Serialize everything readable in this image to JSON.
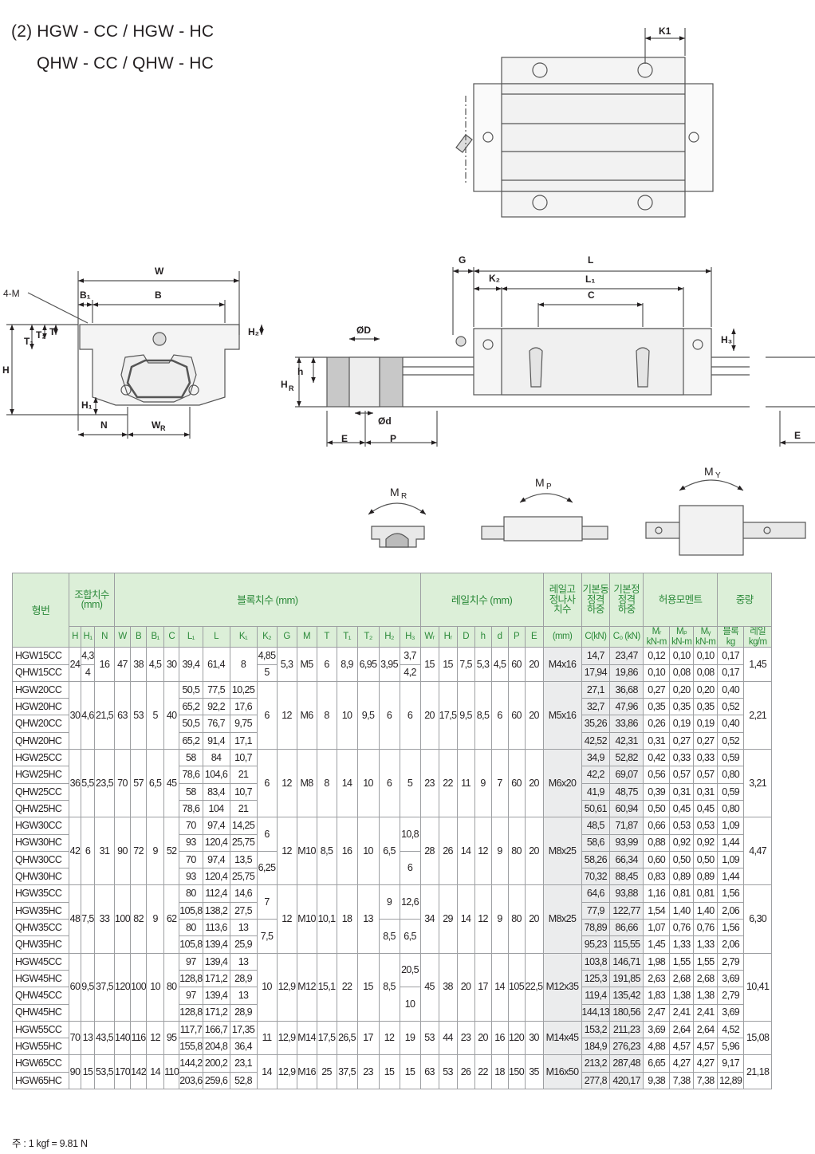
{
  "title_line1": "(2) HGW - CC / HGW - HC",
  "title_line2": "QHW - CC / QHW - HC",
  "drawing_labels": {
    "K1": "K1",
    "W": "W",
    "B": "B",
    "B1": "B₁",
    "M": "4-M",
    "H": "H",
    "T": "T",
    "T1": "T₁",
    "T2": "T₂",
    "H1": "H₁",
    "H2": "H₂",
    "N": "N",
    "WR": "W",
    "WR_sub": "R",
    "G": "G",
    "L": "L",
    "K2": "K₂",
    "L1": "L₁",
    "C": "C",
    "H3": "H₃",
    "phiD": "ØD",
    "phid": "Ød",
    "h": "h",
    "HR": "H",
    "HR_sub": "R",
    "E": "E",
    "P": "P",
    "MR": "M",
    "MR_sub": "R",
    "MP": "M",
    "MP_sub": "P",
    "MY": "M",
    "MY_sub": "Y"
  },
  "table": {
    "group_headers": {
      "model": "형번",
      "assembly": "조합치수\n(mm)",
      "block": "블록치수 (mm)",
      "rail": "레일치수 (mm)",
      "bolt": "레일고\n정나사\n치수",
      "dyn": "기본동\n정격\n하중",
      "stat": "기본정\n정격\n하중",
      "moment": "허용모멘트",
      "weight": "중량"
    },
    "sub_headers": {
      "H": "H",
      "H1": "H₁",
      "N": "N",
      "W": "W",
      "B": "B",
      "B1": "B₁",
      "C": "C",
      "L1": "L₁",
      "L": "L",
      "K1": "K₁",
      "K2": "K₂",
      "G": "G",
      "M": "M",
      "T": "T",
      "T1": "T₁",
      "T2": "T₂",
      "H2": "H₂",
      "H3": "H₃",
      "WR": "Wᵣ",
      "HR": "Hᵣ",
      "D": "D",
      "h": "h",
      "d": "d",
      "P": "P",
      "E": "E",
      "bolt_unit": "(mm)",
      "C_unit": "C(kN)",
      "C0_unit": "C₀ (kN)",
      "MR": "Mᵣ",
      "MP": "Mₚ",
      "MY": "Mᵧ",
      "MR_unit": "kN-m",
      "MP_unit": "kN-m",
      "MY_unit": "kN-m",
      "block": "블록",
      "block_unit": "kg",
      "rail": "레일",
      "rail_unit": "kg/m"
    },
    "groups": [
      {
        "H": "24",
        "H1": [
          "4,3",
          "4"
        ],
        "N": "16",
        "W": "47",
        "B": "38",
        "B1": "4,5",
        "C": "30",
        "K2": [
          "4,85",
          "5"
        ],
        "G": "5,3",
        "M": "M5",
        "T": "6",
        "T1": "8,9",
        "T2": "6,95",
        "H2": "3,95",
        "H3": [
          "3,7",
          "4,2"
        ],
        "WR": "15",
        "HR": "15",
        "D": "7,5",
        "h": "5,3",
        "d": "4,5",
        "P": "60",
        "E": "20",
        "bolt": "M4x16",
        "rail_kg": "1,45",
        "rows": [
          {
            "model": "HGW15CC",
            "L1": "39,4",
            "L": "61,4",
            "K1": "8",
            "C": "14,7",
            "C0": "23,47",
            "MR": "0,12",
            "MP": "0,10",
            "MY": "0,10",
            "kg": "0,17"
          },
          {
            "model": "QHW15CC",
            "L1": "",
            "L": "",
            "K1": "",
            "C": "17,94",
            "C0": "19,86",
            "MR": "0,10",
            "MP": "0,08",
            "MY": "0,08",
            "kg": "0,17"
          }
        ]
      },
      {
        "H": "30",
        "H1": "4,6",
        "N": "21,5",
        "W": "63",
        "B": "53",
        "B1": "5",
        "C": "40",
        "K2": "6",
        "G": "12",
        "M": "M6",
        "T": "8",
        "T1": "10",
        "T2": "9,5",
        "H2": "6",
        "H3": "6",
        "WR": "20",
        "HR": "17,5",
        "D": "9,5",
        "h": "8,5",
        "d": "6",
        "P": "60",
        "E": "20",
        "bolt": "M5x16",
        "rail_kg": "2,21",
        "rows": [
          {
            "model": "HGW20CC",
            "L1": "50,5",
            "L": "77,5",
            "K1": "10,25",
            "C": "27,1",
            "C0": "36,68",
            "MR": "0,27",
            "MP": "0,20",
            "MY": "0,20",
            "kg": "0,40"
          },
          {
            "model": "HGW20HC",
            "L1": "65,2",
            "L": "92,2",
            "K1": "17,6",
            "C": "32,7",
            "C0": "47,96",
            "MR": "0,35",
            "MP": "0,35",
            "MY": "0,35",
            "kg": "0,52"
          },
          {
            "model": "QHW20CC",
            "L1": "50,5",
            "L": "76,7",
            "K1": "9,75",
            "C": "35,26",
            "C0": "33,86",
            "MR": "0,26",
            "MP": "0,19",
            "MY": "0,19",
            "kg": "0,40"
          },
          {
            "model": "QHW20HC",
            "L1": "65,2",
            "L": "91,4",
            "K1": "17,1",
            "C": "42,52",
            "C0": "42,31",
            "MR": "0,31",
            "MP": "0,27",
            "MY": "0,27",
            "kg": "0,52"
          }
        ]
      },
      {
        "H": "36",
        "H1": "5,5",
        "N": "23,5",
        "W": "70",
        "B": "57",
        "B1": "6,5",
        "C": "45",
        "K2": "6",
        "G": "12",
        "M": "M8",
        "T": "8",
        "T1": "14",
        "T2": "10",
        "H2": "6",
        "H3": "5",
        "WR": "23",
        "HR": "22",
        "D": "11",
        "h": "9",
        "d": "7",
        "P": "60",
        "E": "20",
        "bolt": "M6x20",
        "rail_kg": "3,21",
        "rows": [
          {
            "model": "HGW25CC",
            "L1": "58",
            "L": "84",
            "K1": "10,7",
            "C": "34,9",
            "C0": "52,82",
            "MR": "0,42",
            "MP": "0,33",
            "MY": "0,33",
            "kg": "0,59"
          },
          {
            "model": "HGW25HC",
            "L1": "78,6",
            "L": "104,6",
            "K1": "21",
            "C": "42,2",
            "C0": "69,07",
            "MR": "0,56",
            "MP": "0,57",
            "MY": "0,57",
            "kg": "0,80"
          },
          {
            "model": "QHW25CC",
            "L1": "58",
            "L": "83,4",
            "K1": "10,7",
            "C": "41,9",
            "C0": "48,75",
            "MR": "0,39",
            "MP": "0,31",
            "MY": "0,31",
            "kg": "0,59"
          },
          {
            "model": "QHW25HC",
            "L1": "78,6",
            "L": "104",
            "K1": "21",
            "C": "50,61",
            "C0": "60,94",
            "MR": "0,50",
            "MP": "0,45",
            "MY": "0,45",
            "kg": "0,80"
          }
        ]
      },
      {
        "H": "42",
        "H1": "6",
        "N": "31",
        "W": "90",
        "B": "72",
        "B1": "9",
        "C": "52",
        "K2": [
          "6",
          "6,25"
        ],
        "G": "12",
        "M": "M10",
        "T": "8,5",
        "T1": "16",
        "T2": "10",
        "H2": "6,5",
        "H3": [
          "10,8",
          "6"
        ],
        "WR": "28",
        "HR": "26",
        "D": "14",
        "h": "12",
        "d": "9",
        "P": "80",
        "E": "20",
        "bolt": "M8x25",
        "rail_kg": "4,47",
        "rows": [
          {
            "model": "HGW30CC",
            "L1": "70",
            "L": "97,4",
            "K1": "14,25",
            "C": "48,5",
            "C0": "71,87",
            "MR": "0,66",
            "MP": "0,53",
            "MY": "0,53",
            "kg": "1,09"
          },
          {
            "model": "HGW30HC",
            "L1": "93",
            "L": "120,4",
            "K1": "25,75",
            "C": "58,6",
            "C0": "93,99",
            "MR": "0,88",
            "MP": "0,92",
            "MY": "0,92",
            "kg": "1,44"
          },
          {
            "model": "QHW30CC",
            "L1": "70",
            "L": "97,4",
            "K1": "13,5",
            "C": "58,26",
            "C0": "66,34",
            "MR": "0,60",
            "MP": "0,50",
            "MY": "0,50",
            "kg": "1,09"
          },
          {
            "model": "QHW30HC",
            "L1": "93",
            "L": "120,4",
            "K1": "25,75",
            "C": "70,32",
            "C0": "88,45",
            "MR": "0,83",
            "MP": "0,89",
            "MY": "0,89",
            "kg": "1,44"
          }
        ]
      },
      {
        "H": "48",
        "H1": "7,5",
        "N": "33",
        "W": "100",
        "B": "82",
        "B1": "9",
        "C": "62",
        "K2": [
          "7",
          "7,5"
        ],
        "G": "12",
        "M": "M10",
        "T": "10,1",
        "T1": "18",
        "T2": "13",
        "H2": [
          "9",
          "8,5"
        ],
        "H3": [
          "12,6",
          "6,5"
        ],
        "WR": "34",
        "HR": "29",
        "D": "14",
        "h": "12",
        "d": "9",
        "P": "80",
        "E": "20",
        "bolt": "M8x25",
        "rail_kg": "6,30",
        "rows": [
          {
            "model": "HGW35CC",
            "L1": "80",
            "L": "112,4",
            "K1": "14,6",
            "C": "64,6",
            "C0": "93,88",
            "MR": "1,16",
            "MP": "0,81",
            "MY": "0,81",
            "kg": "1,56"
          },
          {
            "model": "HGW35HC",
            "L1": "105,8",
            "L": "138,2",
            "K1": "27,5",
            "C": "77,9",
            "C0": "122,77",
            "MR": "1,54",
            "MP": "1,40",
            "MY": "1,40",
            "kg": "2,06"
          },
          {
            "model": "QHW35CC",
            "L1": "80",
            "L": "113,6",
            "K1": "13",
            "C": "78,89",
            "C0": "86,66",
            "MR": "1,07",
            "MP": "0,76",
            "MY": "0,76",
            "kg": "1,56"
          },
          {
            "model": "QHW35HC",
            "L1": "105,8",
            "L": "139,4",
            "K1": "25,9",
            "C": "95,23",
            "C0": "115,55",
            "MR": "1,45",
            "MP": "1,33",
            "MY": "1,33",
            "kg": "2,06"
          }
        ]
      },
      {
        "H": "60",
        "H1": "9,5",
        "N": "37,5",
        "W": "120",
        "B": "100",
        "B1": "10",
        "C": "80",
        "K2": "10",
        "G": "12,9",
        "M": "M12",
        "T": "15,1",
        "T1": "22",
        "T2": "15",
        "H2": "8,5",
        "H3": [
          "20,5",
          "10"
        ],
        "WR": "45",
        "HR": "38",
        "D": "20",
        "h": "17",
        "d": "14",
        "P": "105",
        "E": "22,5",
        "bolt": "M12x35",
        "rail_kg": "10,41",
        "rows": [
          {
            "model": "HGW45CC",
            "L1": "97",
            "L": "139,4",
            "K1": "13",
            "C": "103,8",
            "C0": "146,71",
            "MR": "1,98",
            "MP": "1,55",
            "MY": "1,55",
            "kg": "2,79"
          },
          {
            "model": "HGW45HC",
            "L1": "128,8",
            "L": "171,2",
            "K1": "28,9",
            "C": "125,3",
            "C0": "191,85",
            "MR": "2,63",
            "MP": "2,68",
            "MY": "2,68",
            "kg": "3,69"
          },
          {
            "model": "QHW45CC",
            "L1": "97",
            "L": "139,4",
            "K1": "13",
            "C": "119,4",
            "C0": "135,42",
            "MR": "1,83",
            "MP": "1,38",
            "MY": "1,38",
            "kg": "2,79"
          },
          {
            "model": "QHW45HC",
            "L1": "128,8",
            "L": "171,2",
            "K1": "28,9",
            "C": "144,13",
            "C0": "180,56",
            "MR": "2,47",
            "MP": "2,41",
            "MY": "2,41",
            "kg": "3,69"
          }
        ]
      },
      {
        "H": "70",
        "H1": "13",
        "N": "43,5",
        "W": "140",
        "B": "116",
        "B1": "12",
        "C": "95",
        "K2": "11",
        "G": "12,9",
        "M": "M14",
        "T": "17,5",
        "T1": "26,5",
        "T2": "17",
        "H2": "12",
        "H3": "19",
        "WR": "53",
        "HR": "44",
        "D": "23",
        "h": "20",
        "d": "16",
        "P": "120",
        "E": "30",
        "bolt": "M14x45",
        "rail_kg": "15,08",
        "rows": [
          {
            "model": "HGW55CC",
            "L1": "117,7",
            "L": "166,7",
            "K1": "17,35",
            "C": "153,2",
            "C0": "211,23",
            "MR": "3,69",
            "MP": "2,64",
            "MY": "2,64",
            "kg": "4,52"
          },
          {
            "model": "HGW55HC",
            "L1": "155,8",
            "L": "204,8",
            "K1": "36,4",
            "C": "184,9",
            "C0": "276,23",
            "MR": "4,88",
            "MP": "4,57",
            "MY": "4,57",
            "kg": "5,96"
          }
        ]
      },
      {
        "H": "90",
        "H1": "15",
        "N": "53,5",
        "W": "170",
        "B": "142",
        "B1": "14",
        "C": "110",
        "K2": "14",
        "G": "12,9",
        "M": "M16",
        "T": "25",
        "T1": "37,5",
        "T2": "23",
        "H2": "15",
        "H3": "15",
        "WR": "63",
        "HR": "53",
        "D": "26",
        "h": "22",
        "d": "18",
        "P": "150",
        "E": "35",
        "bolt": "M16x50",
        "rail_kg": "21,18",
        "rows": [
          {
            "model": "HGW65CC",
            "L1": "144,2",
            "L": "200,2",
            "K1": "23,1",
            "C": "213,2",
            "C0": "287,48",
            "MR": "6,65",
            "MP": "4,27",
            "MY": "4,27",
            "kg": "9,17"
          },
          {
            "model": "HGW65HC",
            "L1": "203,6",
            "L": "259,6",
            "K1": "52,8",
            "C": "277,8",
            "C0": "420,17",
            "MR": "9,38",
            "MP": "7,38",
            "MY": "7,38",
            "kg": "12,89"
          }
        ]
      }
    ]
  },
  "footnote": "주 : 1 kgf = 9.81 N"
}
